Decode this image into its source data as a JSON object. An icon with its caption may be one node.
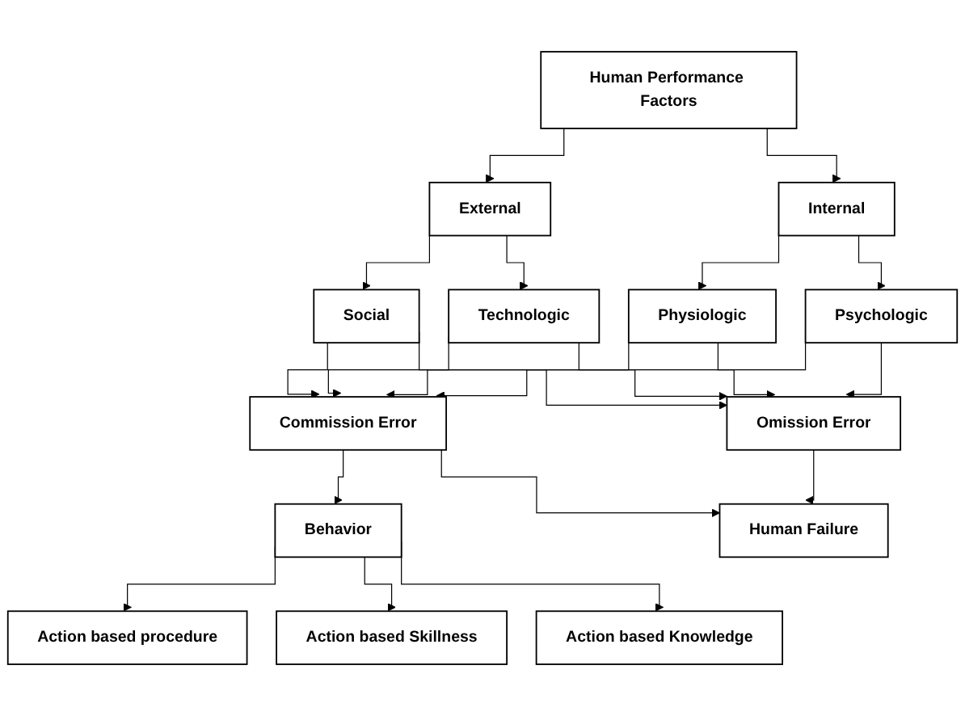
{
  "diagram": {
    "nodes": [
      {
        "text": [
          "Human Performance Factors"
        ]
      },
      {
        "text": [
          "Internal"
        ]
      },
      {
        "text": [
          "External"
        ]
      },
      {
        "text": [
          "Psychologic"
        ]
      },
      {
        "text": [
          "Physiologic"
        ]
      },
      {
        "text": [
          "Technologic"
        ]
      },
      {
        "text": [
          "Social"
        ]
      },
      {
        "text": [
          "Omission Error"
        ]
      },
      {
        "text": [
          "Commission Error"
        ]
      },
      {
        "text": [
          "Behavior"
        ]
      },
      {
        "text": [
          "Action based procedure"
        ]
      },
      {
        "text": [
          "Action based Skillness"
        ]
      },
      {
        "text": [
          "Action based Knowledge"
        ]
      },
      {
        "text": [
          "Human Failure"
        ]
      }
    ],
    "edges": [
      {
        "from": 0,
        "to": 1,
        "arrow": "to"
      },
      {
        "from": 0,
        "to": 2,
        "arrow": "to"
      },
      {
        "from": 1,
        "to": 3,
        "arrow": "to"
      },
      {
        "from": 1,
        "to": 4,
        "arrow": "to"
      },
      {
        "from": 2,
        "to": 5,
        "arrow": "to"
      },
      {
        "from": 2,
        "to": 6,
        "arrow": "to"
      },
      {
        "from": 3,
        "to": 7,
        "arrow": "to"
      },
      {
        "from": 3,
        "to": 8,
        "arrow": "to"
      },
      {
        "from": 4,
        "to": 7,
        "arrow": "to"
      },
      {
        "from": 4,
        "to": 8,
        "arrow": "to"
      },
      {
        "from": 5,
        "to": 7,
        "arrow": "to"
      },
      {
        "from": 5,
        "to": 8,
        "arrow": "to"
      },
      {
        "from": 6,
        "to": 7,
        "arrow": "to"
      },
      {
        "from": 6,
        "to": 8,
        "arrow": "to"
      },
      {
        "from": 8,
        "to": 9,
        "arrow": "to"
      },
      {
        "from": 9,
        "to": 10,
        "arrow": "to"
      },
      {
        "from": 9,
        "to": 11,
        "arrow": "to"
      },
      {
        "from": 9,
        "to": 12,
        "arrow": "to"
      },
      {
        "from": 7,
        "to": 13,
        "arrow": "to"
      },
      {
        "from": 8,
        "to": 13,
        "arrow": "to"
      }
    ]
  }
}
